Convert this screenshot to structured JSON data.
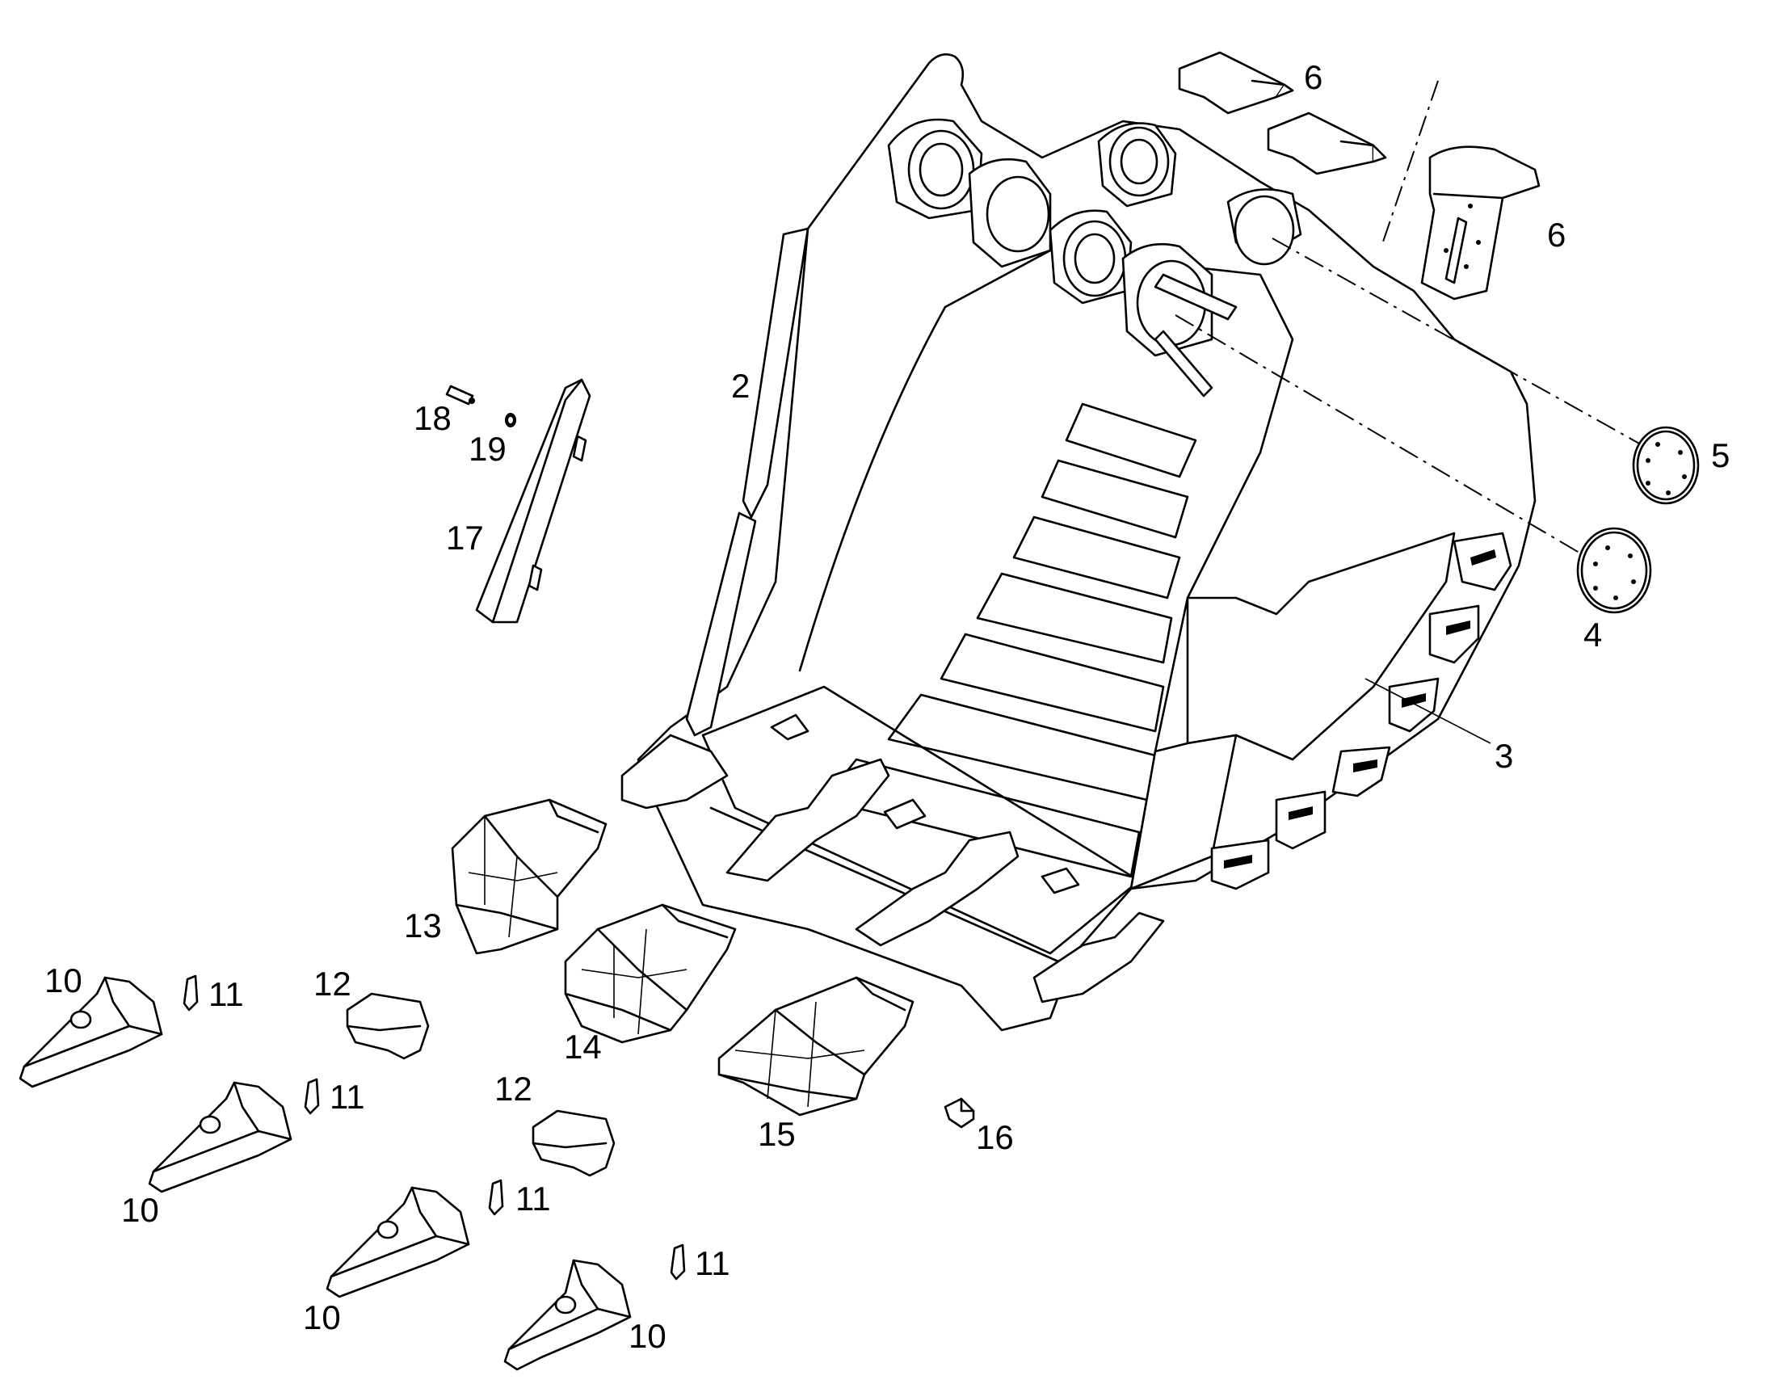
{
  "callouts": {
    "c2": "2",
    "c3": "3",
    "c4": "4",
    "c5": "5",
    "c6a": "6",
    "c6b": "6",
    "c10a": "10",
    "c10b": "10",
    "c10c": "10",
    "c10d": "10",
    "c11a": "11",
    "c11b": "11",
    "c11c": "11",
    "c11d": "11",
    "c12a": "12",
    "c12b": "12",
    "c13": "13",
    "c14": "14",
    "c15": "15",
    "c16": "16",
    "c17": "17",
    "c18": "18",
    "c19": "19"
  },
  "colors": {
    "line": "#000000",
    "background": "#ffffff"
  }
}
